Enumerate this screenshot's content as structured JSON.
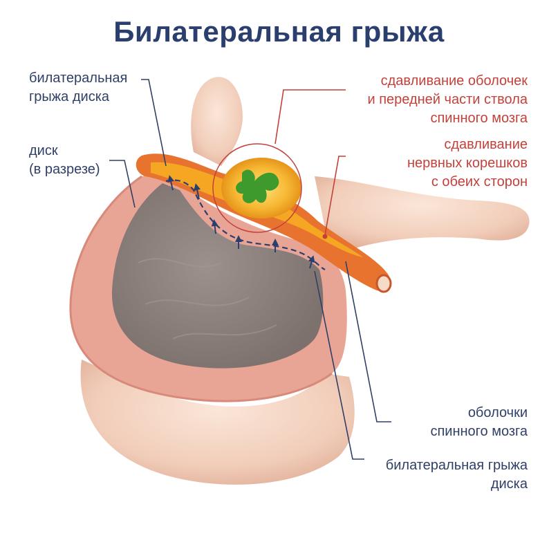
{
  "title": "Билатеральная грыжа",
  "labels": {
    "herniation_left": [
      "билатеральная",
      "грыжа диска"
    ],
    "disc_section": [
      "диск",
      "(в разрезе)"
    ],
    "spinal_cord_compression": [
      "сдавливание оболочек",
      "и передней части ствола",
      "спинного мозга"
    ],
    "nerve_root_compression": [
      "сдавливание",
      "нервных корешков",
      "с обеих сторон"
    ],
    "meninges": [
      "оболочки",
      "спинного мозга"
    ],
    "herniation_right": [
      "билатеральная грыжа",
      "диска"
    ]
  },
  "colors": {
    "title": "#2b3f6e",
    "label_blue": "#2f3f66",
    "label_red": "#c2413a",
    "bone": "#f3d2bf",
    "disc_ring": "#e8a494",
    "disc_nucleus": "#8f8480",
    "nerve": "#f5a623",
    "spinal_cord_core": "#3f9a2e",
    "arrow": "#2b3f6e"
  }
}
